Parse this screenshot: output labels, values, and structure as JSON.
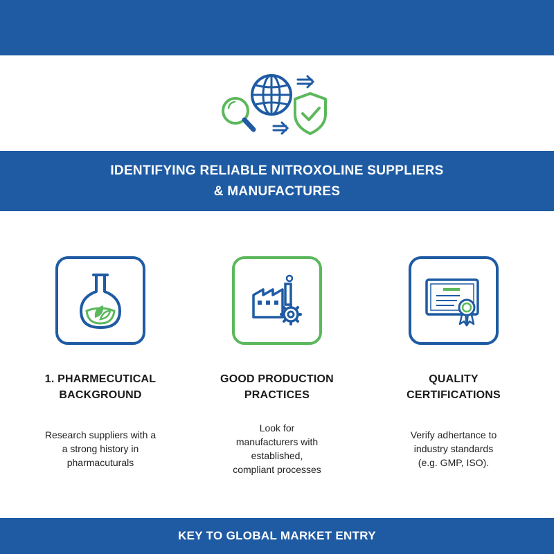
{
  "colors": {
    "primary": "#1f5ba3",
    "accent": "#5cb85c"
  },
  "hero": {
    "icons": [
      "magnifier-icon",
      "globe-icon",
      "arrow-right-icon",
      "shield-check-icon"
    ]
  },
  "title": {
    "line1": "IDENTIFYING RELIABLE NITROXOLINE SUPPLIERS",
    "line2": "& MANUFACTURES"
  },
  "columns": [
    {
      "icon": "flask-leaf-icon",
      "heading": [
        "1. PHARMECUTICAL",
        "BACKGROUND"
      ],
      "desc": [
        "Research suppliers with a",
        "a strong history in",
        "pharmacuturals"
      ]
    },
    {
      "icon": "factory-gear-icon",
      "heading": [
        "GOOD PRODUCTION",
        "PRACTICES"
      ],
      "desc": [
        "Look for",
        "manufacturers with",
        "established,",
        "compliant processes"
      ]
    },
    {
      "icon": "certificate-icon",
      "heading": [
        "QUALITY",
        "CERTIFICATIONS"
      ],
      "desc": [
        "Verify adhertance to",
        "industry standards",
        "(e.g. GMP, ISO)."
      ]
    }
  ],
  "footer": {
    "text": "KEY TO GLOBAL MARKET ENTRY"
  }
}
